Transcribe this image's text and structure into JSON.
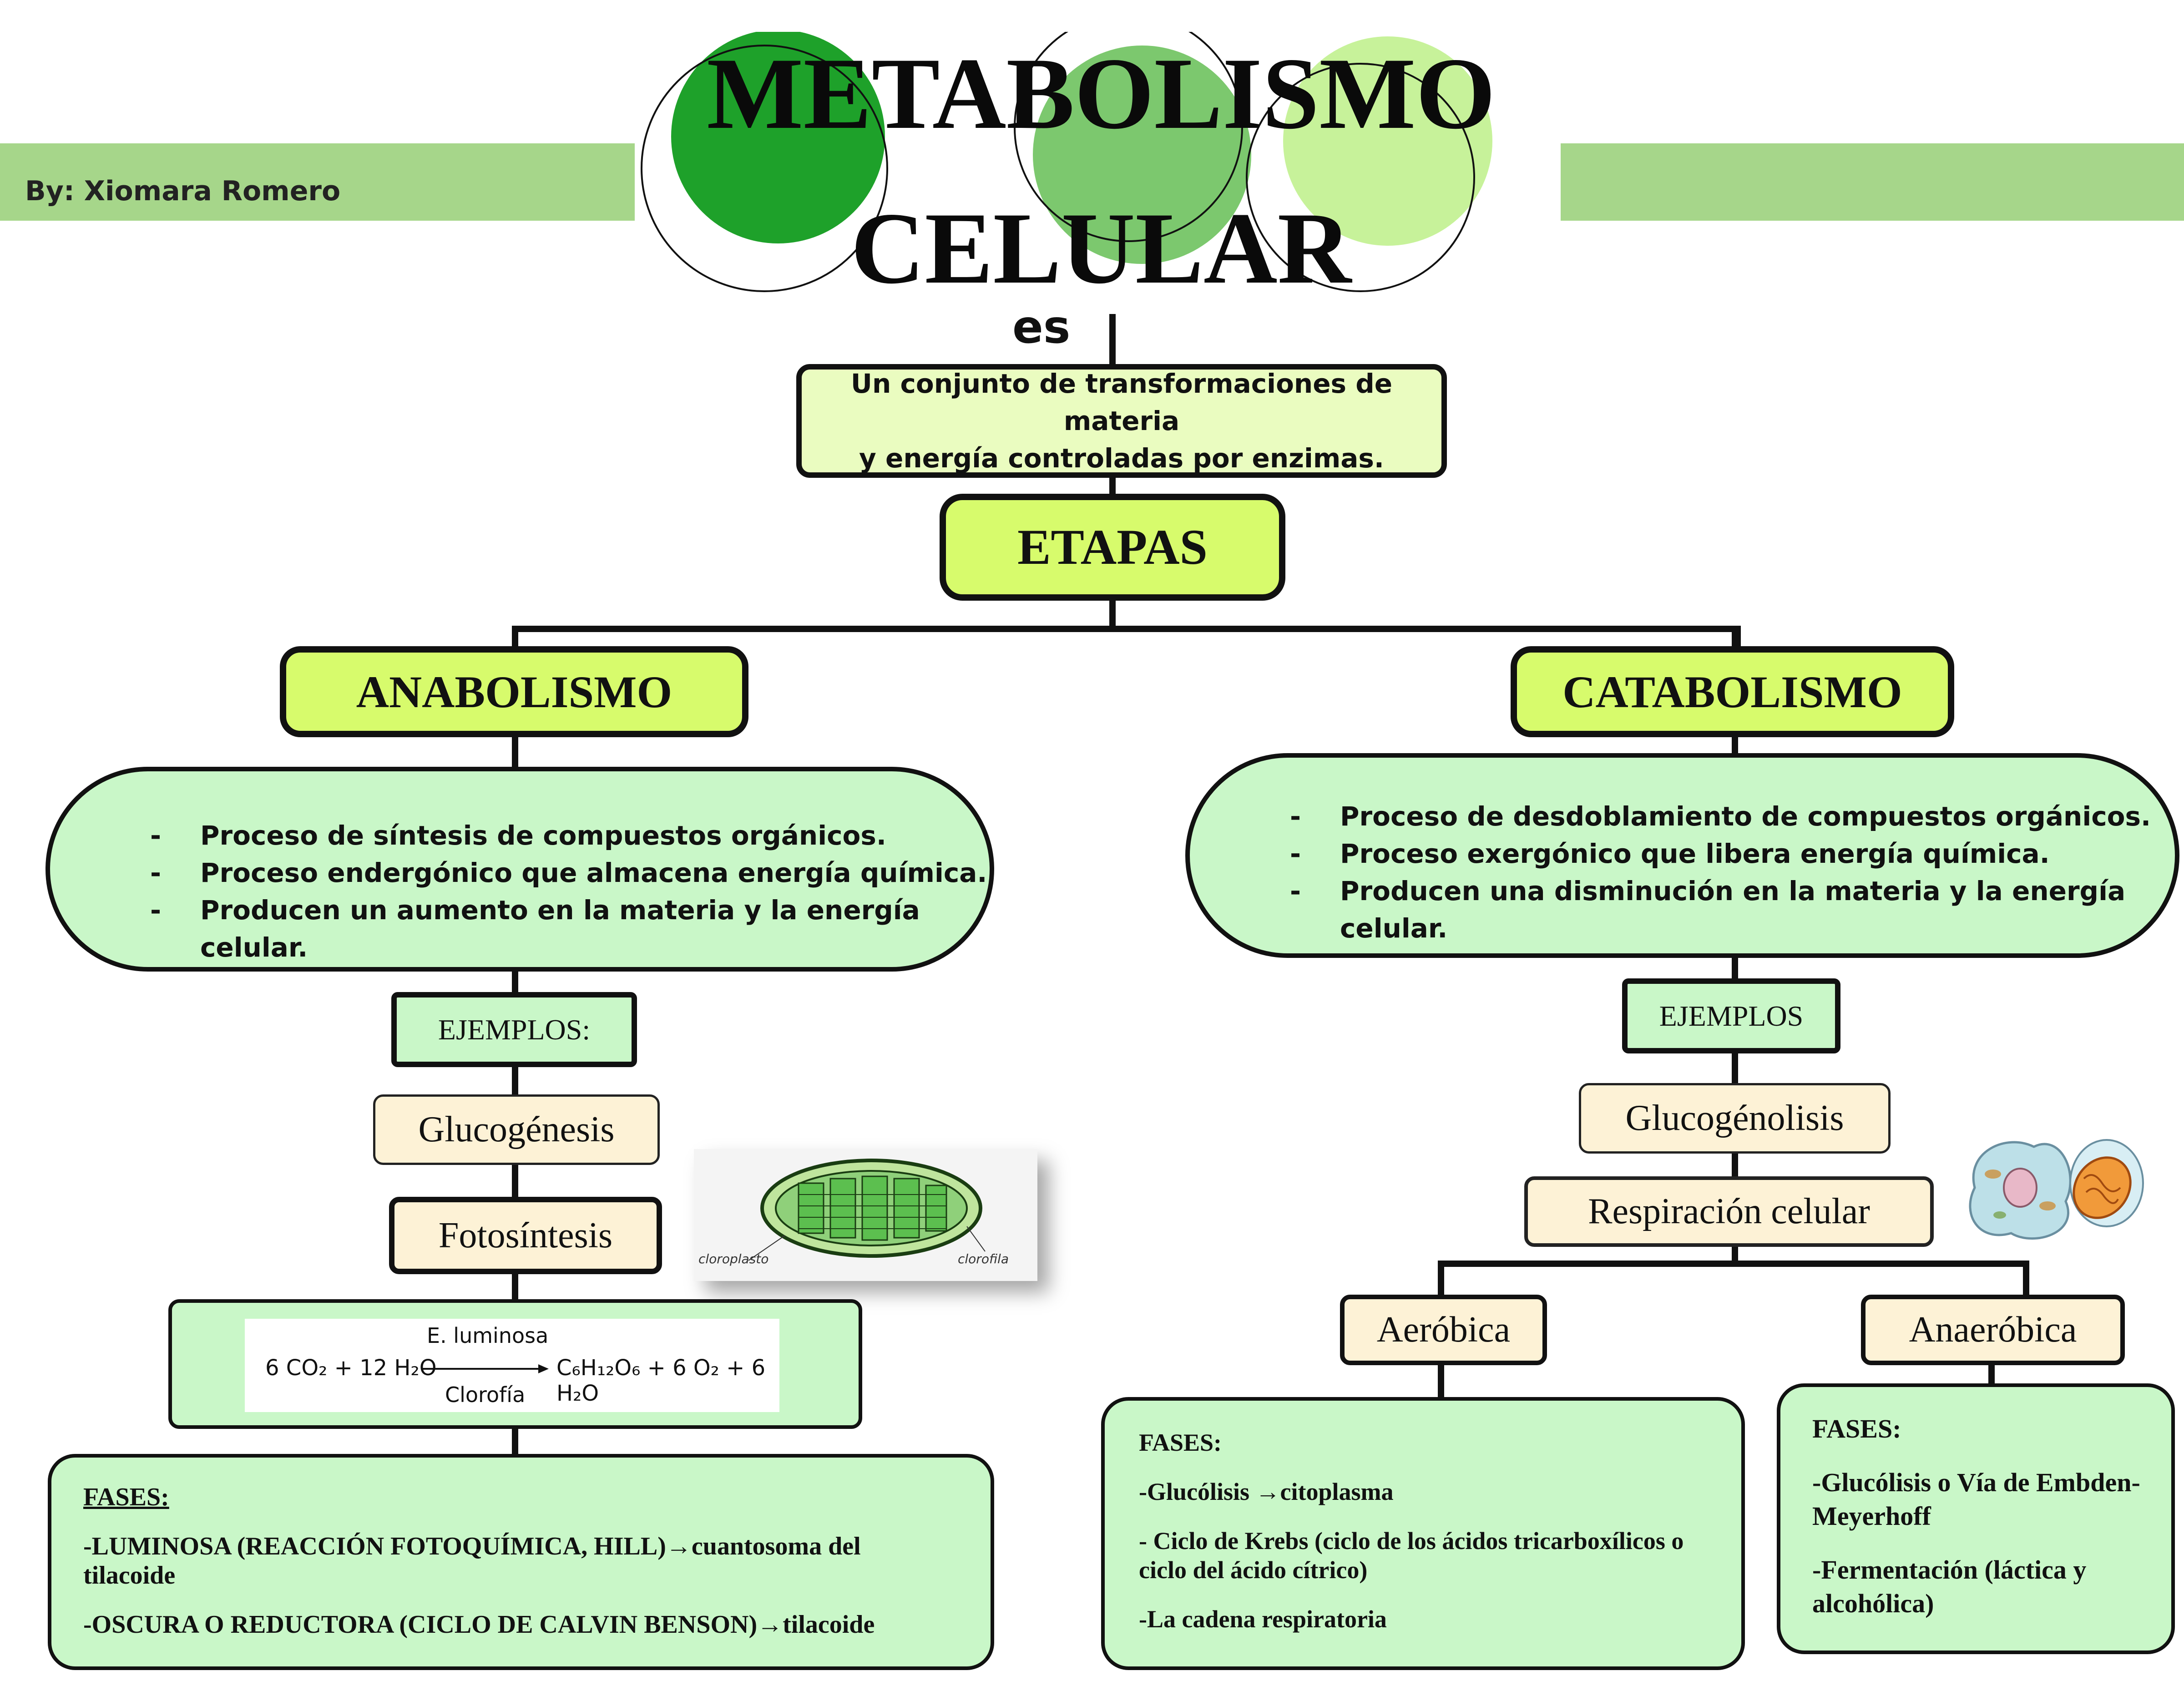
{
  "title": {
    "line1": "METABOLISMO",
    "line2": "CELULAR"
  },
  "author": "By: Xiomara Romero",
  "connector_es": "es",
  "definition": {
    "line1": "Un conjunto de transformaciones de materia",
    "line2": "y energía controladas por enzimas."
  },
  "etapas": "ETAPAS",
  "anabolismo": {
    "title": "ANABOLISMO",
    "bullets": [
      "Proceso de síntesis de compuestos orgánicos.",
      "Proceso endergónico que almacena energía química.",
      "Producen un aumento en la materia y la energía celular."
    ],
    "ejemplos": "EJEMPLOS:",
    "example1": "Glucogénesis",
    "example2": "Fotosíntesis",
    "equation": {
      "reactants": "6 CO₂ + 12 H₂O",
      "above_arrow": "E. luminosa",
      "below_arrow": "Clorofía",
      "products": "C₆H₁₂O₆ + 6 O₂ + 6 H₂O"
    },
    "chloroplast_labels": {
      "left": "cloroplasto",
      "right": "clorofila"
    },
    "fases": {
      "heading": "FASES:",
      "items": [
        "-LUMINOSA (REACCIÓN FOTOQUÍMICA, HILL)→cuantosoma del tilacoide",
        "-OSCURA O REDUCTORA (CICLO DE CALVIN BENSON)→tilacoide"
      ]
    }
  },
  "catabolismo": {
    "title": "CATABOLISMO",
    "bullets": [
      "Proceso de desdoblamiento de compuestos orgánicos.",
      "Proceso exergónico que libera energía química.",
      "Producen una disminución en la materia y la energía celular."
    ],
    "ejemplos": "EJEMPLOS",
    "example1": "Glucogénolisis",
    "example2": "Respiración celular",
    "aerobica": {
      "title": "Aeróbica",
      "heading": "FASES:",
      "items": [
        "-Glucólisis →citoplasma",
        "- Ciclo de Krebs (ciclo de los ácidos tricarboxílicos o ciclo del ácido cítrico)",
        "-La cadena respiratoria"
      ]
    },
    "anaerobica": {
      "title": "Anaeróbica",
      "heading": "FASES:",
      "items": [
        "-Glucólisis o Vía de Embden- Meyerhoff",
        "-Fermentación (láctica y alcohólica)"
      ]
    }
  },
  "colors": {
    "header_bar": "#a6d68a",
    "circle_dark": "#1ea12a",
    "circle_mid": "#7cc86e",
    "circle_light": "#c7f29a",
    "lime_box": "#eafcc0",
    "keyword_box": "#d7fb6c",
    "green_box": "#c9f7c8",
    "tan_box": "#fdf2d6"
  }
}
